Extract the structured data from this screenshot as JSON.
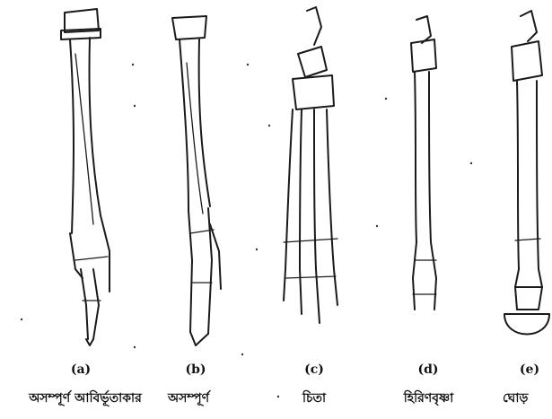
{
  "figure": {
    "panels": [
      {
        "letter": "(a)",
        "caption": "অসম্পূর্ণ আবির্ভূতাকার"
      },
      {
        "letter": "(b)",
        "caption": "অসম্পূর্ণ"
      },
      {
        "letter": "(c)",
        "caption": "চিতা"
      },
      {
        "letter": "(d)",
        "caption": "হিরিণবৃষ্ণা"
      },
      {
        "letter": "(e)",
        "caption": "ঘোড়"
      }
    ]
  },
  "colors": {
    "ink": "#1a1a1a",
    "background": "#ffffff"
  }
}
